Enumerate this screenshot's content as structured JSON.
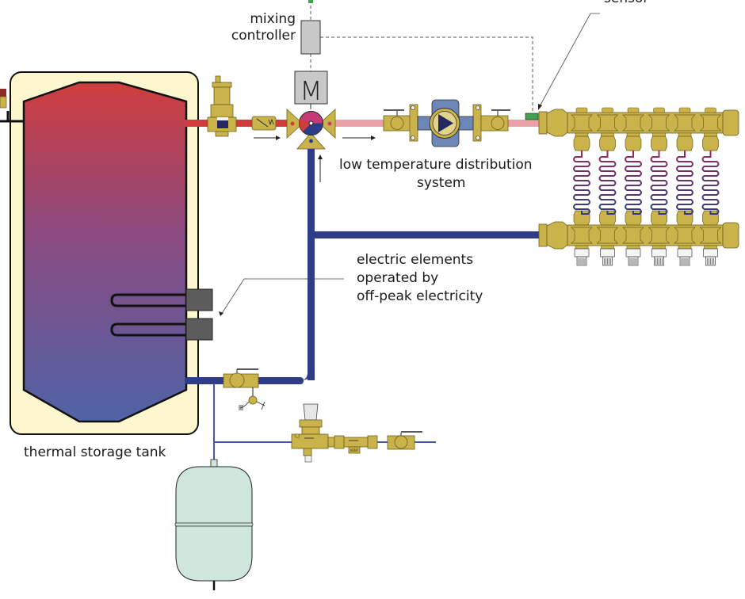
{
  "labels": {
    "mixing_controller_line1": "mixing",
    "mixing_controller_line2": "controller",
    "motor_letter": "M",
    "sensor": "sensor",
    "distribution_line1": "low temperature distribution",
    "distribution_line2": "system",
    "electric_line1": "electric elements",
    "electric_line2": "operated by",
    "electric_line3": "off-peak electricity",
    "tank": "thermal storage tank",
    "vent_mark": "VENT"
  },
  "components": {
    "manifold_loops": 6,
    "electric_elements": 2
  },
  "colors": {
    "hot_pipe": "#d13b3b",
    "mixed_pipe": "#eaa0a8",
    "return_pipe": "#2e3d86",
    "cold_pipe": "#4a56a8",
    "brass": "#c9b34a",
    "brass_dark": "#8a7a2a",
    "tank_jacket": "#fdf7d0",
    "tank_top": "#cf3d3d",
    "tank_bottom": "#4f63a6",
    "expansion_tank": "#cfe6dc",
    "controller_gray": "#c8c8c8",
    "sensor_green": "#3fa34d",
    "element_gray": "#5c5c5c",
    "pump_body": "#6d86b8",
    "pump_center": "#e2d28a",
    "pump_arrow": "#23285e"
  }
}
